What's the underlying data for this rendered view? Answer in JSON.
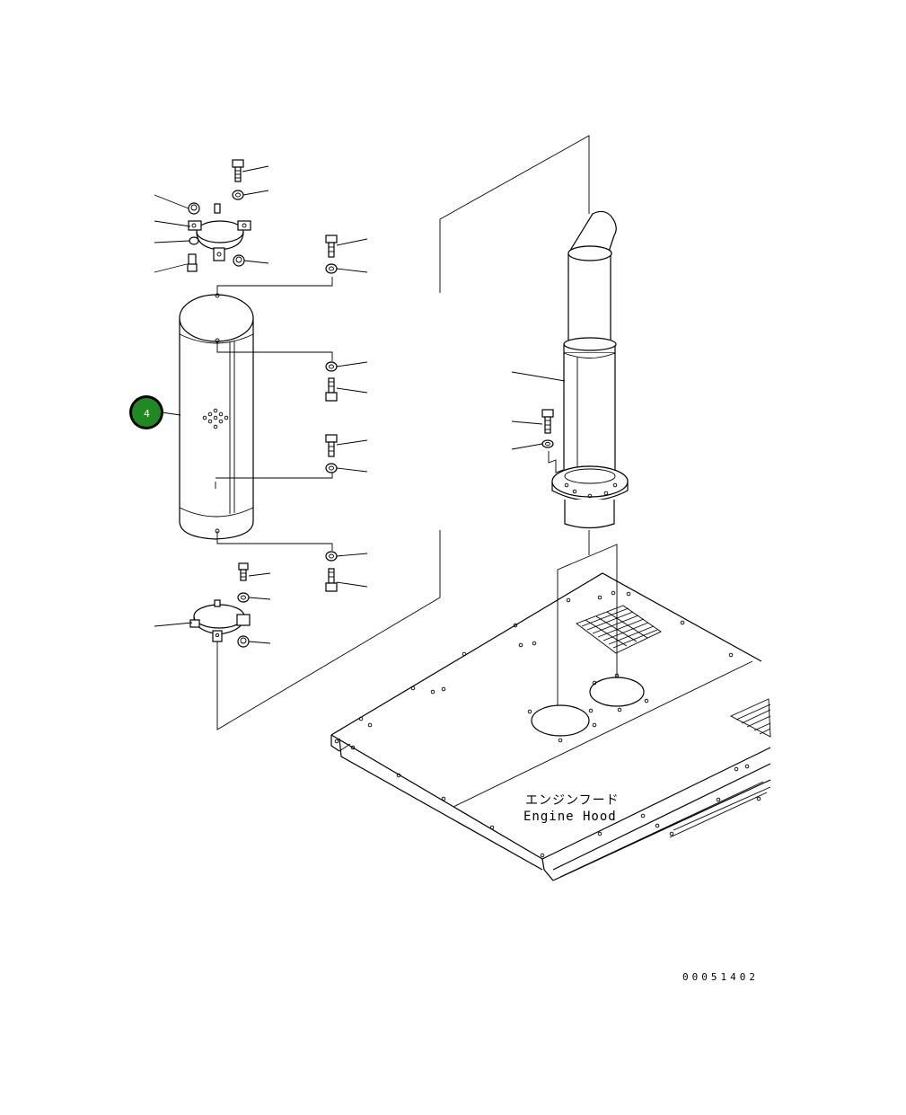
{
  "hood_label": {
    "japanese": "エンジンフード",
    "english": "Engine Hood"
  },
  "drawing_number": "00051402",
  "callouts": [
    {
      "id": "callout-4",
      "label": "4",
      "color": "#1f8a1f"
    }
  ],
  "colors": {
    "line": "#000000",
    "background": "#ffffff",
    "callout_fill": "#1f8a1f"
  }
}
